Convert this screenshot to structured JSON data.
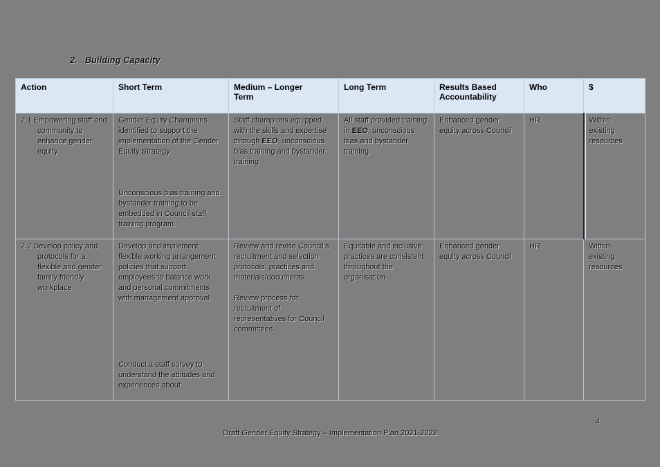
{
  "colors": {
    "page_background": "#7f7f7f",
    "header_fill": "#dbe8f4",
    "table_border": "#b9cbdb"
  },
  "title": {
    "number": "2.",
    "text": "Building Capacity"
  },
  "table": {
    "headers": [
      "Action",
      "Short Term",
      "Medium – Longer Term",
      "Long Term",
      "Results Based Accountability",
      "Who",
      "$"
    ],
    "rows": [
      {
        "action_number": "2.1",
        "action_text": "Empowering staff and community to enhance gender equity",
        "short_term_p1": "Gender Equity Champions identified to support the implementation of the Gender Equity Strategy",
        "short_term_p2": "Unconscious bias training and bystander training to be embedded in Council staff training program.",
        "medium_term_pre": "Staff champions equipped with the skills and expertise through ",
        "medium_term_bold": "EEO",
        "medium_term_post": ", unconscious bias training and bystander training",
        "long_term_pre": "All staff provided training in ",
        "long_term_bold": "EEO",
        "long_term_post": ", unconscious bias and bystander training",
        "results": "Enhanced gender equity across Council",
        "who": "HR",
        "cost": "Within existing resources"
      },
      {
        "action_number": "2.2",
        "action_text": "Develop policy and protocols for a flexible and gender family friendly workplace",
        "short_term_p1": "Develop and implement flexible working arrangement policies that support employees to balance work and personal commitments with management approval",
        "short_term_p2": "Conduct a staff survey to understand the attitudes and experiences about",
        "medium_term_p1": "Review and revise Council’s recruitment and selection protocols, practices and materials/documents.",
        "medium_term_p2": "Review process for recruitment of representatives for Council committees.",
        "long_term": "Equitable and inclusive practices are consistent throughout the organisation",
        "results": "Enhanced gender equity across Council",
        "who": "HR",
        "cost": "Within existing resources"
      }
    ]
  },
  "footer": {
    "text": "Draft Gender Equity Strategy – Implementation Plan 2021-2022",
    "page_number": "4"
  }
}
